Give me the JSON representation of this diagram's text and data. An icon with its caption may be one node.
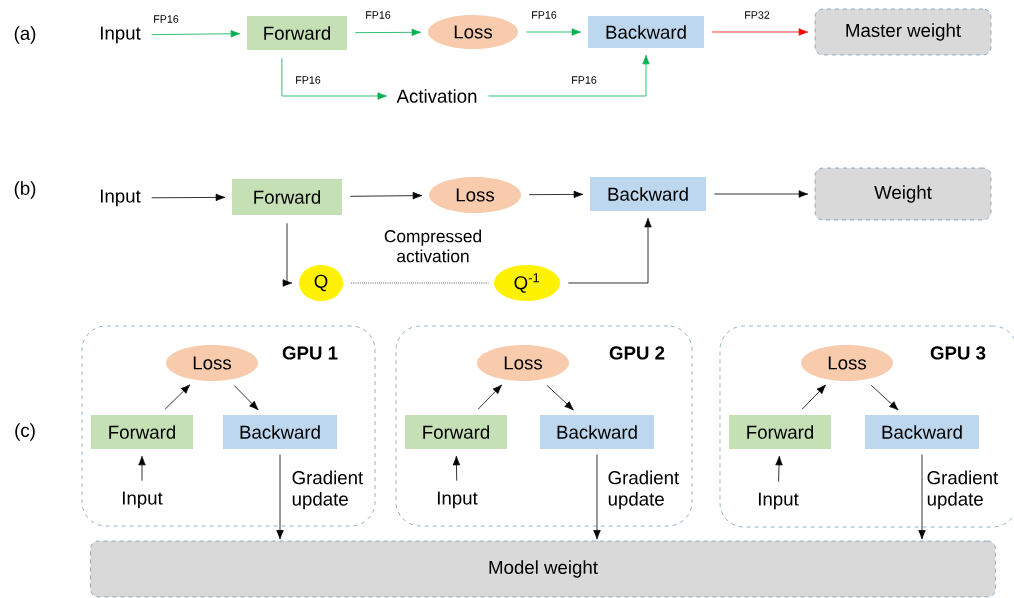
{
  "diagram": {
    "nodes": [
      {
        "text": [
          "Input"
        ]
      },
      {
        "text": [
          "Forward"
        ]
      },
      {
        "text": [
          "Loss"
        ]
      },
      {
        "text": [
          "Backward"
        ]
      },
      {
        "text": [
          "Master weight"
        ]
      },
      {
        "text": [
          "Activation"
        ]
      },
      {
        "text": [
          "Input"
        ]
      },
      {
        "text": [
          "Forward"
        ]
      },
      {
        "text": [
          "Loss"
        ]
      },
      {
        "text": [
          "Backward"
        ]
      },
      {
        "text": [
          "Weight"
        ]
      },
      {
        "text": [
          "Q"
        ]
      },
      {
        "text": [
          "Q$^{-1}$"
        ]
      },
      {
        "text": [
          "GPU 1"
        ]
      },
      {
        "text": [
          "Loss"
        ],
        "in": 13
      },
      {
        "text": [
          "Forward"
        ],
        "in": 13
      },
      {
        "text": [
          "Backward"
        ],
        "in": 13
      },
      {
        "text": [
          "Input"
        ],
        "in": 13
      },
      {
        "text": [
          "GPU 2"
        ]
      },
      {
        "text": [
          "Loss"
        ],
        "in": 18
      },
      {
        "text": [
          "Forward"
        ],
        "in": 18
      },
      {
        "text": [
          "Backward"
        ],
        "in": 18
      },
      {
        "text": [
          "Input"
        ],
        "in": 18
      },
      {
        "text": [
          "GPU 3"
        ]
      },
      {
        "text": [
          "Loss"
        ],
        "in": 23
      },
      {
        "text": [
          "Forward"
        ],
        "in": 23
      },
      {
        "text": [
          "Backward"
        ],
        "in": 23
      },
      {
        "text": [
          "Input"
        ],
        "in": 23
      },
      {
        "text": [
          "Model weight"
        ]
      }
    ],
    "edges": [
      {
        "from": 0,
        "to": 1,
        "arrow": "to",
        "label": "FP16",
        "color": "#00b050"
      },
      {
        "from": 1,
        "to": 2,
        "arrow": "to",
        "label": "FP16",
        "color": "#00b050"
      },
      {
        "from": 2,
        "to": 3,
        "arrow": "to",
        "label": "FP16",
        "color": "#00b050"
      },
      {
        "from": 3,
        "to": 4,
        "arrow": "to",
        "label": "FP32",
        "color": "#ff0000"
      },
      {
        "from": 1,
        "to": 5,
        "arrow": "to",
        "label": "FP16",
        "color": "#00b050"
      },
      {
        "from": 5,
        "to": 3,
        "arrow": "to",
        "label": "FP16",
        "color": "#00b050"
      },
      {
        "from": 6,
        "to": 7,
        "arrow": "to"
      },
      {
        "from": 7,
        "to": 8,
        "arrow": "to"
      },
      {
        "from": 8,
        "to": 9,
        "arrow": "to"
      },
      {
        "from": 9,
        "to": 10,
        "arrow": "to"
      },
      {
        "from": 7,
        "to": 11,
        "arrow": "to"
      },
      {
        "from": 11,
        "to": 12,
        "arrow": "none",
        "style": "dashed",
        "label": "Compressed activation"
      },
      {
        "from": 12,
        "to": 9,
        "arrow": "to"
      },
      {
        "from": 15,
        "to": 14,
        "arrow": "to"
      },
      {
        "from": 14,
        "to": 16,
        "arrow": "to"
      },
      {
        "from": 17,
        "to": 15,
        "arrow": "to"
      },
      {
        "from": 16,
        "to": 28,
        "arrow": "to",
        "label": "Gradient update"
      },
      {
        "from": 20,
        "to": 19,
        "arrow": "to"
      },
      {
        "from": 19,
        "to": 21,
        "arrow": "to"
      },
      {
        "from": 22,
        "to": 20,
        "arrow": "to"
      },
      {
        "from": 21,
        "to": 28,
        "arrow": "to",
        "label": "Gradient update"
      },
      {
        "from": 25,
        "to": 24,
        "arrow": "to"
      },
      {
        "from": 24,
        "to": 26,
        "arrow": "to"
      },
      {
        "from": 27,
        "to": 25,
        "arrow": "to"
      },
      {
        "from": 26,
        "to": 28,
        "arrow": "to",
        "label": "Gradient update"
      }
    ],
    "labels": [
      "(a)",
      "(b)",
      "(c)"
    ]
  }
}
